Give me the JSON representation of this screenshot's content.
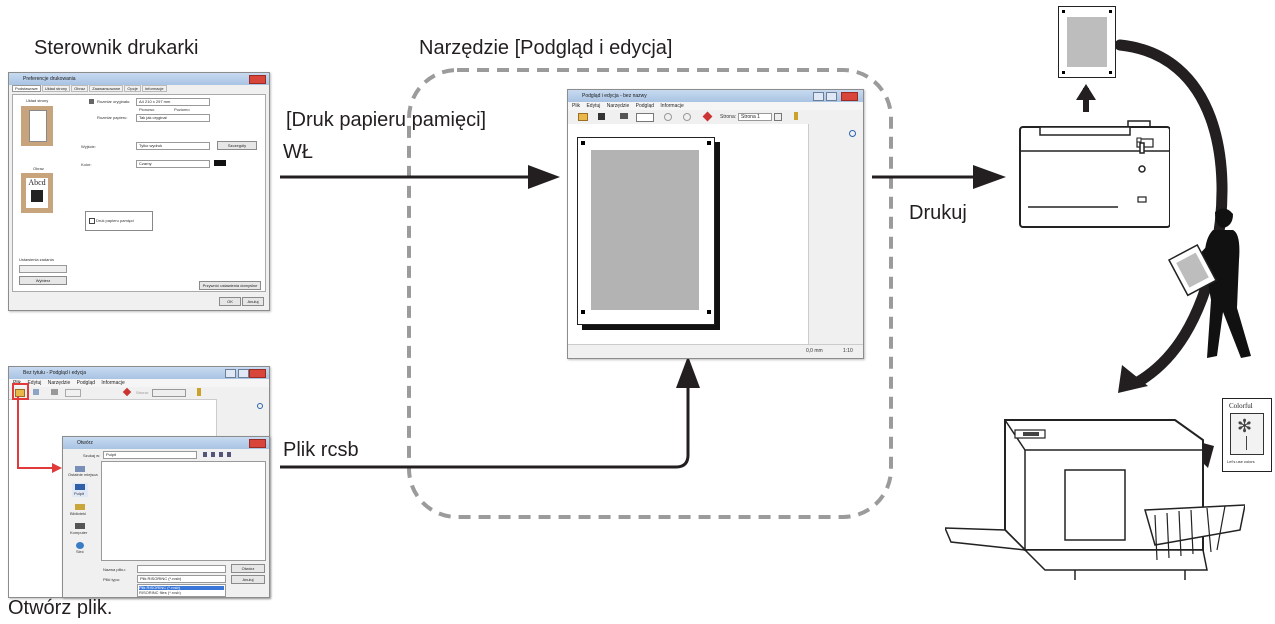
{
  "labels": {
    "printer_driver": "Sterownik drukarki",
    "tool": "Narzędzie [Podgląd i edycja]",
    "memory_paper": "[Druk papieru pamięci]",
    "on": "WŁ",
    "print": "Drukuj",
    "rcsb_file": "Plik rcsb",
    "open_file": "Otwórz plik."
  },
  "driver_window": {
    "title": "Preferencje drukowania",
    "tabs": [
      "Podstawowe",
      "Układ strony",
      "Obraz",
      "Zaawansowane",
      "Opcje",
      "Informacje"
    ],
    "layout_label": "Układ strony",
    "original_size_label": "Rozmiar oryginału:",
    "original_size_value": "A4 210 x 297 mm",
    "orientation_portrait": "Pionowo",
    "orientation_landscape": "Poziomo",
    "paper_size_label": "Rozmiar papieru:",
    "paper_size_value": "Tak jak oryginał",
    "output_label": "Wyjście:",
    "output_value": "Tylko wydruk",
    "details_button": "Szczegóły",
    "image_label": "Obraz",
    "color_label": "Kolor:",
    "color_value": "Czarny",
    "memory_checkbox": "Druk papieru pamięci",
    "job_settings_label": "Ustawienia zadania",
    "load_button": "Wybierz",
    "restore_button": "Przywróć ustawienia domyślne",
    "ok_button": "OK",
    "cancel_button": "Anuluj"
  },
  "preview_window": {
    "title": "Podgląd i edycja - bez nazwy",
    "menu": [
      "Plik",
      "Edytuj",
      "Narzędzie",
      "Podgląd",
      "Informacje"
    ],
    "page_label": "Strona:",
    "page_value": "Strona 1",
    "status_size": "0,0 mm",
    "status_zoom": "1:10"
  },
  "small_preview_window": {
    "title": "Bez tytułu - Podgląd i edycja",
    "menu": [
      "Plik",
      "Edytuj",
      "Narzędzie",
      "Podgląd",
      "Informacje"
    ],
    "page_label": "Strona:"
  },
  "open_dialog": {
    "title": "Otwórz",
    "look_in_label": "Szukaj w:",
    "look_in_value": "Pulpit",
    "places": [
      "Ostatnie miejsca",
      "Pulpit",
      "Biblioteki",
      "Komputer",
      "Sieć"
    ],
    "filename_label": "Nazwa pliku:",
    "filetype_label": "Pliki typu:",
    "filetype_value": "Plik RISORINC (*.rcsb)",
    "filetype_options": [
      "Plik RISORINC (*.rcsb)",
      "RISORINC files (*.rcsb)"
    ],
    "open_button": "Otwórz",
    "cancel_button": "Anuluj"
  },
  "colorful_sheet": {
    "title": "Colorful",
    "caption": "Let's use colors"
  },
  "colors": {
    "arrow": "#231f20",
    "dashed_border": "#9b9b9b",
    "open_highlight": "#e03a3a"
  }
}
